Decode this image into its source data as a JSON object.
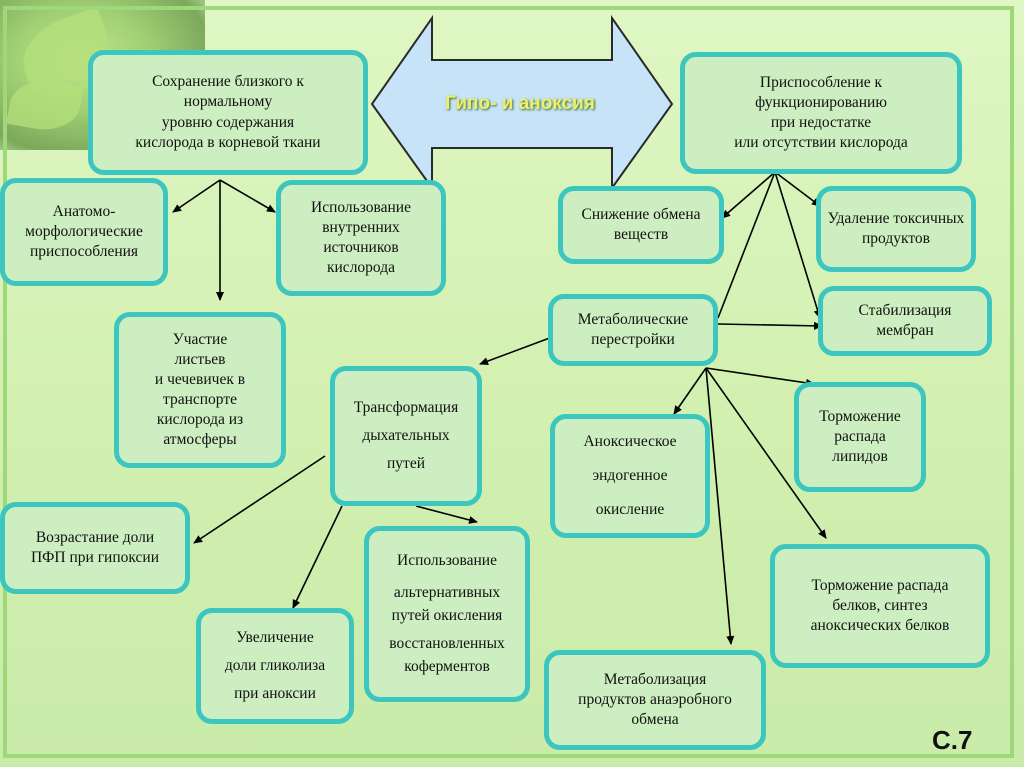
{
  "center_label": "Гипо- и аноксия",
  "page_number": "С.7",
  "boxes": {
    "preserve": [
      "Сохранение близкого к",
      "нормальному",
      "уровню содержания",
      "кислорода в корневой ткани"
    ],
    "anatomo": [
      "Анатомо-",
      "морфологические",
      "приспособления"
    ],
    "internal": [
      "Использование",
      "внутренних",
      "источников",
      "кислорода"
    ],
    "leaves": [
      "Участие",
      "листьев",
      "и чечевичек в",
      "транспорте",
      "кислорода из",
      "атмосферы"
    ],
    "adaptation": [
      "Приспособление к",
      "функционированию",
      "при недостатке",
      "или отсутствии кислорода"
    ],
    "metab_decrease": [
      "Снижение обмена",
      "веществ"
    ],
    "toxic": [
      "Удаление токсичных",
      "продуктов"
    ],
    "membranes": [
      "Стабилизация",
      "мембран"
    ],
    "metab_rearr": [
      "Метаболические",
      "перестройки"
    ],
    "transform": [
      "Трансформация",
      "дыхательных",
      "путей"
    ],
    "ppp": [
      "Возрастание доли",
      "ПФП при гипоксии"
    ],
    "glycolysis": [
      "Увеличение",
      "доли гликолиза",
      "при аноксии"
    ],
    "alt_paths": [
      "Использование",
      "альтернативных",
      "путей окисления",
      "восстановленных",
      "коферментов"
    ],
    "anoxic_ox": [
      "Аноксическое",
      "эндогенное",
      "окисление"
    ],
    "lipids": [
      "Торможение",
      "распада",
      "липидов"
    ],
    "proteins": [
      "Торможение распада",
      "белков, синтез",
      "аноксических белков"
    ],
    "anaerobic": [
      "Метаболизация",
      "продуктов анаэробного",
      "обмена"
    ]
  },
  "colors": {
    "box_border": "#3cc6c0",
    "box_fill": "#cdeec0",
    "background": "#d2f0b0",
    "center_arrow": "#c6e3f7",
    "center_text": "#f0ee6a"
  }
}
